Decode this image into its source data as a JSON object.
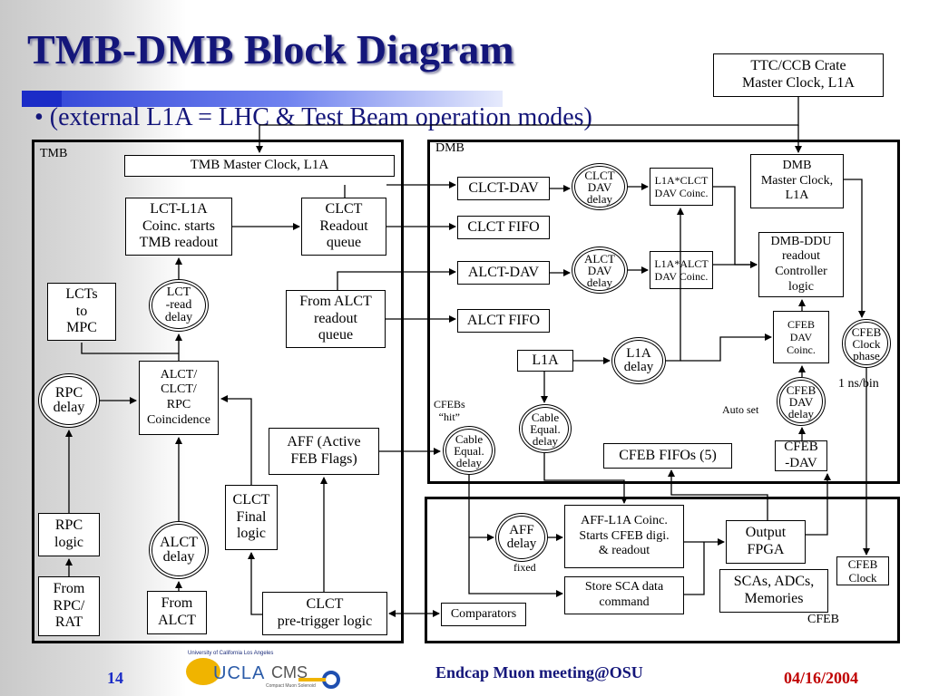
{
  "title": "TMB-DMB Block Diagram",
  "bullet": "• (external L1A = LHC & Test Beam operation modes)",
  "ttc": "TTC/CCB Crate\nMaster Clock, L1A",
  "tmb": {
    "label": "TMB",
    "master_clock": "TMB Master Clock, L1A",
    "lct_l1a": "LCT-L1A\nCoinc. starts\nTMB readout",
    "clct_readout": "CLCT\nReadout\nqueue",
    "lcts_to_mpc": "LCTs\nto\nMPC",
    "lct_read_delay": "LCT\n-read\ndelay",
    "from_alct_readout": "From ALCT\nreadout\nqueue",
    "rpc_delay": "RPC\ndelay",
    "coincidence": "ALCT/\nCLCT/\nRPC\nCoincidence",
    "aff": "AFF (Active\nFEB Flags)",
    "clct_final": "CLCT\nFinal\nlogic",
    "rpc_logic": "RPC\nlogic",
    "alct_delay": "ALCT\ndelay",
    "from_rpc": "From\nRPC/\nRAT",
    "from_alct": "From\nALCT",
    "clct_pretrigger": "CLCT\npre-trigger logic"
  },
  "dmb": {
    "label": "DMB",
    "clct_dav": "CLCT-DAV",
    "clct_dav_delay": "CLCT\nDAV\ndelay",
    "l1a_clct_coinc": "L1A*CLCT\nDAV Coinc.",
    "master_clock": "DMB\nMaster Clock,\nL1A",
    "clct_fifo": "CLCT FIFO",
    "alct_dav": "ALCT-DAV",
    "alct_dav_delay": "ALCT\nDAV\ndelay",
    "l1a_alct_coinc": "L1A*ALCT\nDAV Coinc.",
    "ddu_controller": "DMB-DDU\nreadout\nController\nlogic",
    "alct_fifo": "ALCT FIFO",
    "cfeb_dav_coinc": "CFEB\nDAV\nCoinc.",
    "cfeb_clock_phase": "CFEB\nClock\nphase",
    "l1a": "L1A",
    "l1a_delay": "L1A\ndelay",
    "one_ns_bin": "1 ns/bin",
    "auto_set": "Auto set",
    "cfeb_dav_delay": "CFEB\nDAV\ndelay",
    "cable_equal_1": "Cable\nEqual.\ndelay",
    "cfebs_hit": "CFEBs\n“hit”",
    "cable_equal_2": "Cable\nEqual.\ndelay",
    "cfeb_fifos": "CFEB FIFOs (5)",
    "cfeb_dav": "CFEB\n-DAV"
  },
  "cfeb": {
    "label": "CFEB",
    "aff_delay": "AFF\ndelay",
    "fixed": "fixed",
    "aff_l1a_coinc": "AFF-L1A Coinc.\nStarts CFEB digi.\n& readout",
    "output_fpga": "Output\nFPGA",
    "cfeb_clock": "CFEB\nClock",
    "store_sca": "Store SCA data\ncommand",
    "scas": "SCAs, ADCs,\nMemories",
    "comparators": "Comparators"
  },
  "footer": {
    "page": "14",
    "meeting": "Endcap Muon meeting@OSU",
    "date": "04/16/2004",
    "ucla_small": "University of California Los Angeles",
    "ucla": "UCLA",
    "cms": "CMS",
    "cms_small": "Compact Muon Solenoid"
  },
  "colors": {
    "title": "#14167a",
    "footer_page": "#1b2cc7",
    "footer_date": "#c00000",
    "bar": "#2d41d6"
  }
}
